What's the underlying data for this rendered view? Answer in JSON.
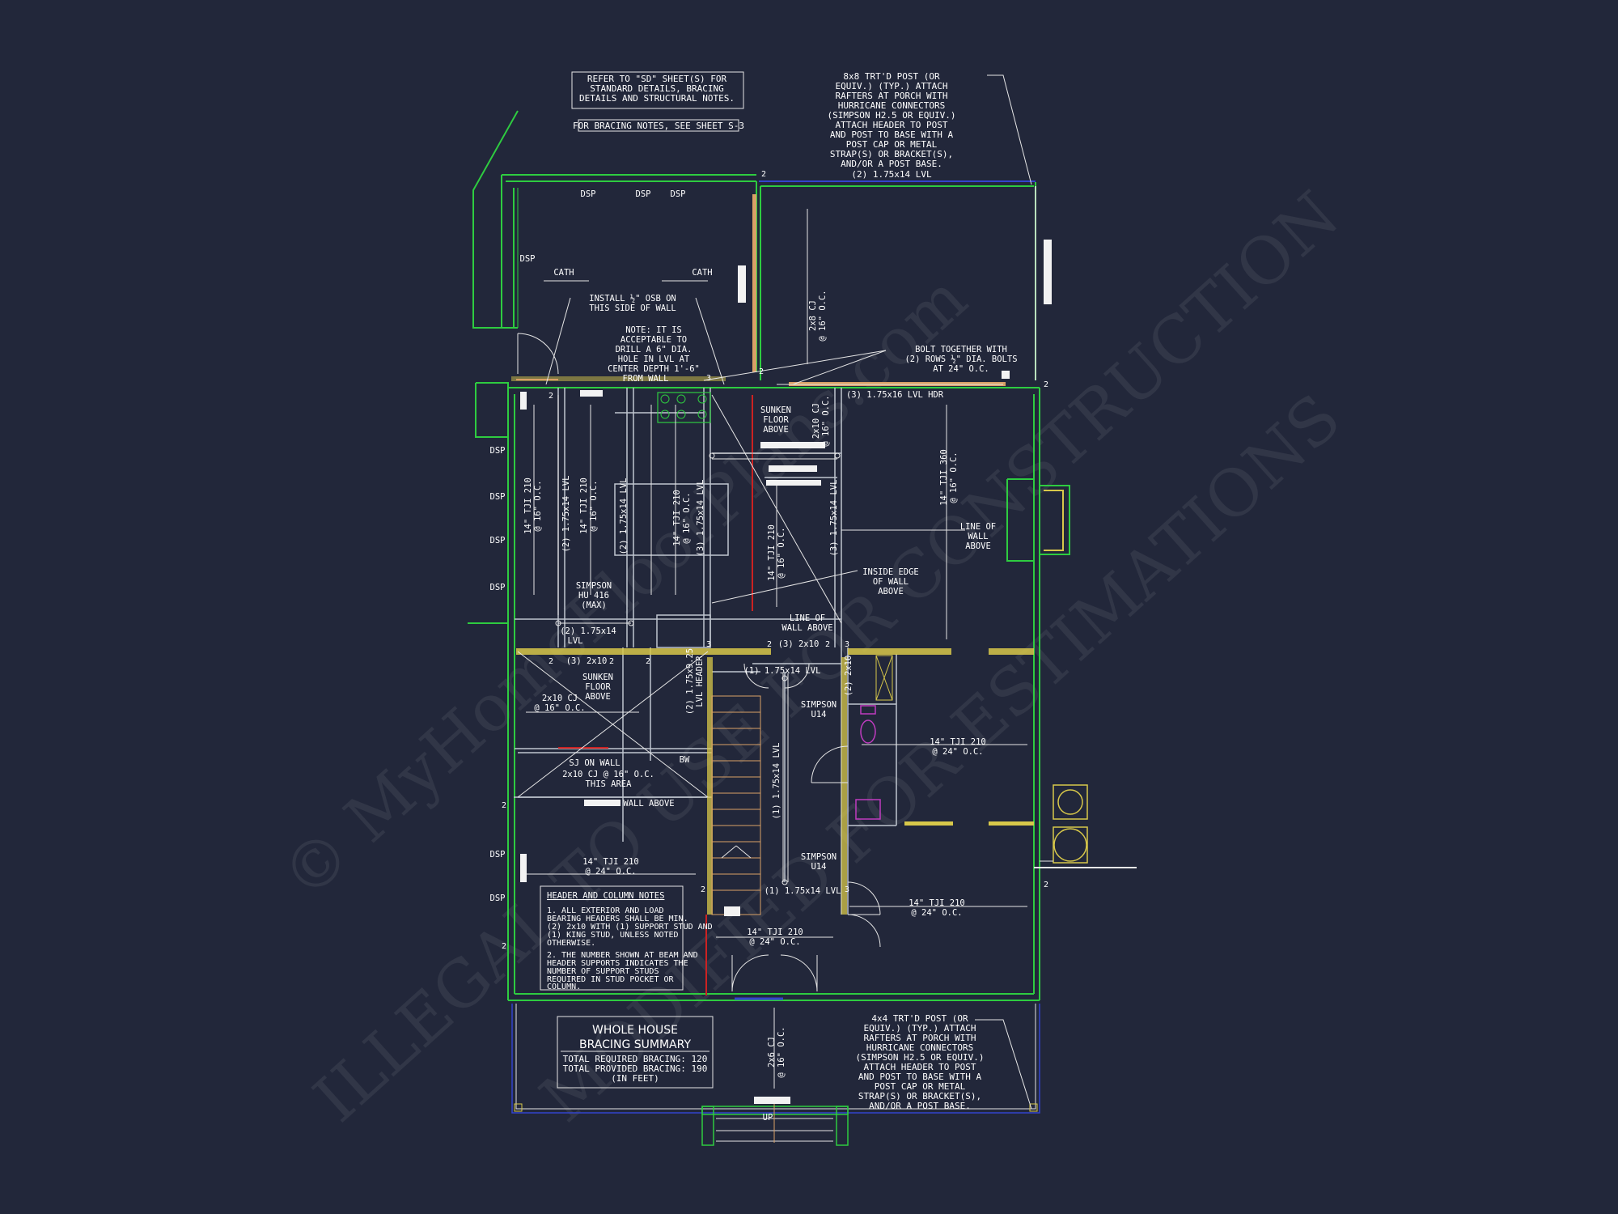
{
  "notes": {
    "refer_sd": [
      "REFER TO \"SD\" SHEET(S) FOR",
      "STANDARD DETAILS, BRACING",
      "DETAILS AND STRUCTURAL NOTES."
    ],
    "bracing_notes": "FOR BRACING NOTES, SEE SHEET S-3",
    "post_8x8": [
      "8x8 TRT'D POST (OR",
      "EQUIV.) (TYP.) ATTACH",
      "RAFTERS AT PORCH WITH",
      "HURRICANE CONNECTORS",
      "(SIMPSON H2.5 OR EQUIV.)",
      "ATTACH HEADER TO POST",
      "AND POST TO BASE WITH A",
      "POST CAP OR METAL",
      "STRAP(S) OR BRACKET(S),",
      "AND/OR A POST BASE."
    ],
    "lvl_top": "(2) 1.75x14 LVL",
    "osb": [
      "INSTALL ½\" OSB ON",
      "THIS SIDE OF WALL"
    ],
    "drill": [
      "NOTE: IT IS",
      "ACCEPTABLE TO",
      "DRILL A 6\" DIA.",
      "HOLE IN LVL AT",
      "CENTER DEPTH 1'-6\"",
      "FROM WALL"
    ],
    "bolt": [
      "BOLT TOGETHER WITH",
      "(2) ROWS ½\" DIA. BOLTS",
      "AT 24\" O.C."
    ],
    "post_4x4": [
      "4x4 TRT'D POST (OR",
      "EQUIV.) (TYP.) ATTACH",
      "RAFTERS AT PORCH WITH",
      "HURRICANE CONNECTORS",
      "(SIMPSON H2.5 OR EQUIV.)",
      "ATTACH HEADER TO POST",
      "AND POST TO BASE WITH A",
      "POST CAP OR METAL",
      "STRAP(S) OR BRACKET(S),",
      "AND/OR A POST BASE."
    ],
    "header_title": "HEADER AND COLUMN NOTES",
    "header_body": [
      "1. ALL EXTERIOR AND LOAD",
      "BEARING HEADERS SHALL BE MIN.",
      "(2) 2x10 WITH (1) SUPPORT STUD AND",
      "(1) KING STUD, UNLESS NOTED",
      "OTHERWISE.",
      "",
      "2. THE NUMBER SHOWN AT BEAM AND",
      "HEADER SUPPORTS INDICATES THE",
      "NUMBER OF SUPPORT STUDS",
      "REQUIRED IN STUD POCKET OR",
      "COLUMN."
    ]
  },
  "summary": {
    "title1": "WHOLE HOUSE",
    "title2": "BRACING SUMMARY",
    "required": "TOTAL REQUIRED BRACING: 120",
    "provided": "TOTAL PROVIDED BRACING: 190",
    "unit": "(IN FEET)"
  },
  "labels": {
    "dsp": "DSP",
    "cath": "CATH",
    "cj_2x8": [
      "2x8 CJ",
      "@ 16\" O.C."
    ],
    "lvl_hdr": "(3) 1.75x16 LVL HDR",
    "sunken1": [
      "SUNKEN",
      "FLOOR",
      "ABOVE"
    ],
    "cj_2x10_v": [
      "2x10 CJ",
      "@ 16\" O.C."
    ],
    "tji360": [
      "14\" TJI 360",
      "@ 16\" O.C."
    ],
    "tji210_16": [
      "14\" TJI 210",
      "@ 16\" O.C."
    ],
    "lvl_2": "(2) 1.75x14 LVL",
    "lvl_3": "(3) 1.75x14 LVL",
    "line_wall_above": [
      "LINE OF",
      "WALL",
      "ABOVE"
    ],
    "inside_edge": [
      "INSIDE EDGE",
      "OF WALL",
      "ABOVE"
    ],
    "simpson_hu": [
      "SIMPSON",
      "HU 416",
      "(MAX)"
    ],
    "lvl_2_short": [
      "(2) 1.75x14",
      "LVL"
    ],
    "line_wall2": [
      "LINE OF",
      "WALL ABOVE"
    ],
    "hdr_3_2x10a": "(3) 2x10",
    "hdr_3_2x10b": "(3) 2x10",
    "lvl_1_top": "(1) 1.75x14 LVL",
    "hdr_2x10": "(2) 2x10",
    "sunken2": [
      "SUNKEN",
      "FLOOR",
      "ABOVE"
    ],
    "cj_2x10_h": [
      "2x10 CJ",
      "@ 16\" O.C."
    ],
    "lvl_header_v": [
      "(2) 1.75x9.25",
      "LVL HEADER"
    ],
    "simpson_u14a": [
      "SIMPSON",
      "U14"
    ],
    "tji210_24a": [
      "14\" TJI 210",
      "@ 24\" O.C."
    ],
    "lvl_1_vert": "(1) 1.75x14 LVL",
    "sj_on_wall": [
      "SJ ON WALL",
      "2x10 CJ @ 16\" O.C.",
      "THIS AREA"
    ],
    "bw": "BW",
    "wall_above": "WALL ABOVE",
    "tji210_24b": [
      "14\" TJI 210",
      "@ 24\" O.C."
    ],
    "simpson_u14b": [
      "SIMPSON",
      "U14"
    ],
    "lvl_1_bot": "(1) 1.75x14 LVL",
    "tji210_24c": [
      "14\" TJI 210",
      "@ 24\" O.C."
    ],
    "tji210_24d": [
      "14\" TJI 210",
      "@ 24\" O.C."
    ],
    "cj_2x6": [
      "2x6 CJ",
      "@ 16\" O.C."
    ],
    "up": "UP"
  },
  "stud_counts": [
    "2",
    "2",
    "2",
    "2",
    "3",
    "2",
    "2",
    "2",
    "2",
    "2",
    "3",
    "3",
    "3",
    "2",
    "2",
    "2",
    "2"
  ],
  "watermark": {
    "line1": "© MyHomeFloorPlans.com",
    "line2": "ILLEGAL TO USE FOR CONSTRUCTION",
    "line3": "MODIFIED FOR ESTIMATIONS"
  },
  "colors": {
    "background": "#22273a",
    "wall": "#2ecc40",
    "white_line": "#e6e6e6",
    "yellow": "#d8c84a",
    "orange": "#d9a066",
    "blue": "#3344cc",
    "red": "#cc2222",
    "magenta": "#c03cc0"
  }
}
